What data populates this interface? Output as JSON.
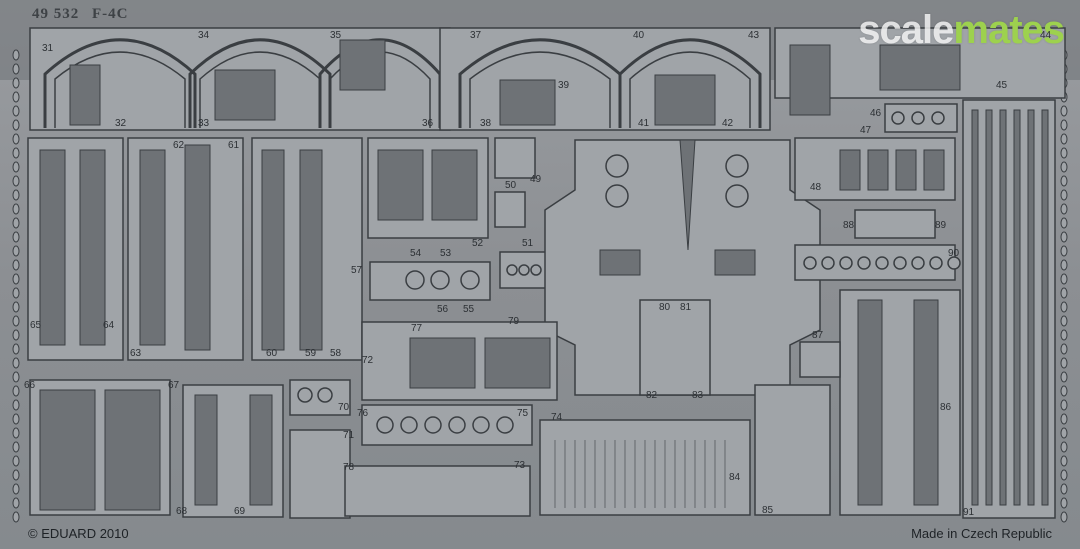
{
  "header": {
    "code": "49 532",
    "model": "F-4C"
  },
  "watermark": {
    "part1": "scale",
    "part2": "mates",
    "accent_color": "#9dd14e"
  },
  "footer": {
    "copyright": "© EDUARD 2010",
    "origin": "Made in Czech Republic"
  },
  "part_numbers": [
    "31",
    "32",
    "33",
    "34",
    "35",
    "36",
    "37",
    "38",
    "39",
    "40",
    "41",
    "42",
    "43",
    "44",
    "45",
    "46",
    "47",
    "48",
    "49",
    "50",
    "51",
    "52",
    "53",
    "54",
    "55",
    "56",
    "57",
    "58",
    "59",
    "60",
    "61",
    "62",
    "63",
    "64",
    "65",
    "66",
    "67",
    "68",
    "69",
    "70",
    "71",
    "72",
    "73",
    "74",
    "75",
    "76",
    "77",
    "78",
    "79",
    "80",
    "81",
    "82",
    "83",
    "84",
    "85",
    "86",
    "87",
    "88",
    "89",
    "90",
    "91"
  ],
  "colors": {
    "fret": "#8f9296",
    "part": "#a0a4a8",
    "outline": "#3a3e42",
    "recess": "#6e7276"
  }
}
